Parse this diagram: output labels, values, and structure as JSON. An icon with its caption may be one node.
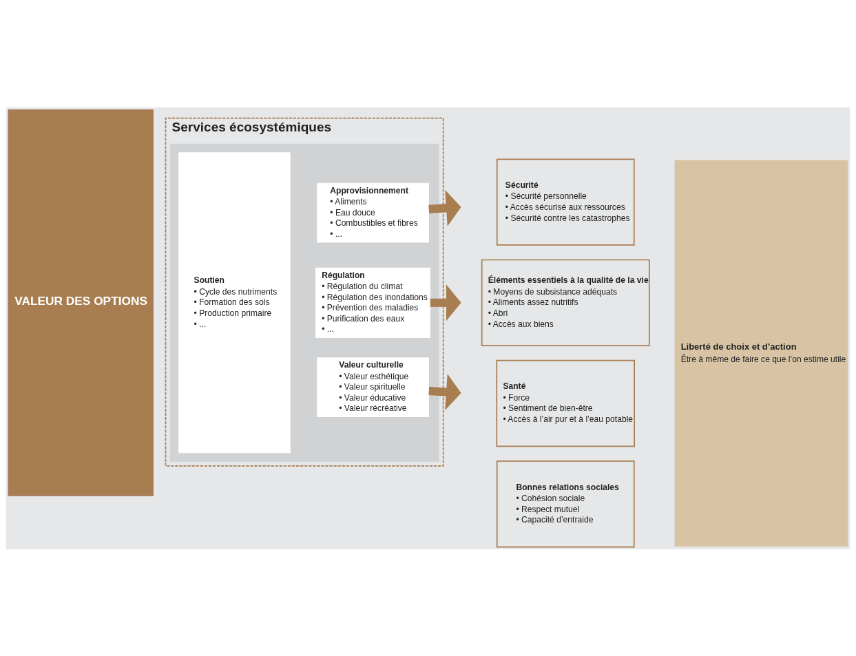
{
  "diagram": {
    "nodes": [
      {
        "text": [
          "VALEUR DES OPTIONS"
        ]
      },
      {
        "text": [
          "Services écosystémiques"
        ]
      },
      {
        "text": [],
        "shape": "box",
        "in": 1
      },
      {
        "text": [
          "Soutien",
          "• Cycle des nutriments",
          "• Formation des sols",
          "• Production primaire",
          "• ..."
        ],
        "in": 2
      },
      {
        "text": [
          "Approvisionnement",
          "• Aliments",
          "• Eau douce",
          "• Combustibles et fibres",
          "• ..."
        ],
        "in": 2
      },
      {
        "text": [
          "Régulation",
          "• Régulation du climat",
          "• Régulation des inondations",
          "• Prévention des maladies",
          "• Purification des eaux",
          "• ..."
        ],
        "in": 2
      },
      {
        "text": [
          "Valeur culturelle",
          "• Valeur esthétique",
          "• Valeur spirituelle",
          "• Valeur éducative",
          "• Valeur récréative"
        ],
        "in": 2
      },
      {
        "text": [
          "Sécurité",
          "• Sécurité personnelle",
          "• Accès sécurisé aux ressources",
          "• Sécurité contre les catastrophes"
        ]
      },
      {
        "text": [
          "Éléments essentiels à la qualité de la vie",
          "• Moyens de subsistance adéquats",
          "• Aliments assez nutritifs",
          "• Abri",
          "• Accès aux biens"
        ]
      },
      {
        "text": [
          "Santé",
          "• Force",
          "• Sentiment de bien-être",
          "• Accès à l’air pur et à l’eau potable"
        ]
      },
      {
        "text": [
          "Bonnes relations sociales",
          "• Cohésion sociale",
          "• Respect mutuel",
          "• Capacité d’entraide"
        ]
      },
      {
        "text": [
          "Liberté de choix et d’action",
          "Être à même de faire ce que l’on estime utile"
        ]
      }
    ],
    "edges": [
      {
        "from": 4,
        "to": null,
        "arrow": "to"
      },
      {
        "from": 5,
        "to": null,
        "arrow": "to"
      },
      {
        "from": 6,
        "to": null,
        "arrow": "to"
      }
    ]
  }
}
